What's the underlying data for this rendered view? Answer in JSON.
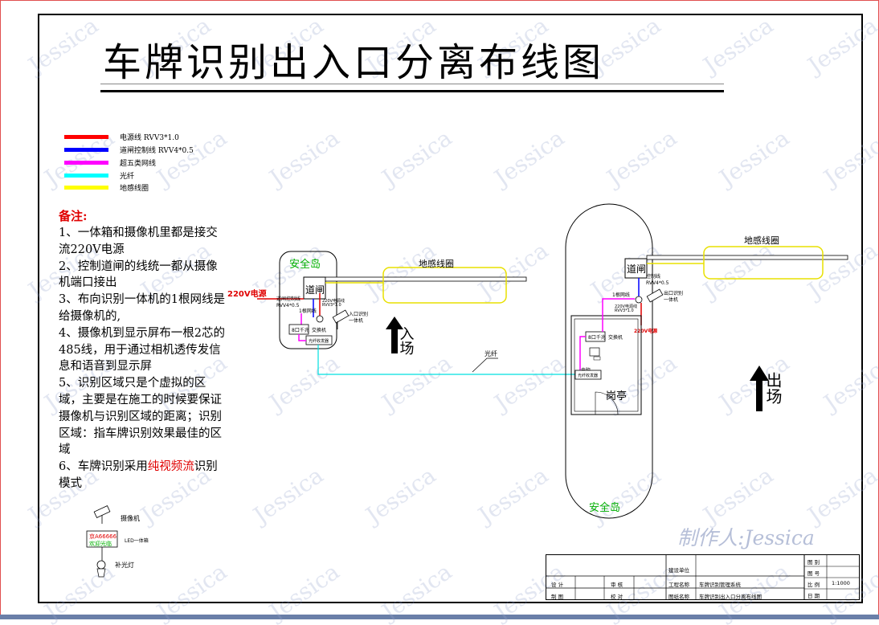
{
  "title": "车牌识别出入口分离布线图",
  "legend": [
    {
      "label": "电源线  RVV3*1.0",
      "color": "#ff0000"
    },
    {
      "label": "道闸控制线  RVV4*0.5",
      "color": "#0000ff"
    },
    {
      "label": "超五类网线",
      "color": "#ff00ff"
    },
    {
      "label": "光纤",
      "color": "#00ffff"
    },
    {
      "label": "地感线圈",
      "color": "#ffff00"
    }
  ],
  "notes": {
    "heading": "备注:",
    "line1": "1、一体箱和摄像机里都是接交流220V电源",
    "line2": "2、控制道闸的线统一都从摄像机端口接出",
    "line3": "3、布向识别一体机的1根网线是给摄像机的,",
    "line4": "4、摄像机到显示屏布一根2芯的485线，用于通过相机透传发信息和语音到显示屏",
    "line5": "5、识别区域只是个虚拟的区域，主要是在施工的时候要保证摄像机与识别区域的距离；识别区域：指车牌识别效果最佳的区域",
    "line6_before": "6、车牌识别采用",
    "line6_highlight": "纯视频流",
    "line6_after": "识别模式"
  },
  "entry": {
    "island_label": "安全岛",
    "barrier_label": "道闸",
    "loop_label": "地感线圈",
    "power_label": "220V电源",
    "control_line_label": "道闸控制线",
    "control_line_spec": "RVV4*0.5",
    "net_label": "1根网线",
    "cable_label": "220V电源线",
    "cable_spec": "RVV3*1.0",
    "camera_label": "入口识别",
    "camera_label2": "一体机",
    "switch_label": "8口千兆",
    "switch_label2": "交换机",
    "transceiver_label": "光纤收发器",
    "direction": "入场",
    "fiber_label": "光纤"
  },
  "exit": {
    "island_label": "安全岛",
    "barrier_label": "道闸",
    "loop_label": "地感线圈",
    "control_line_label": "控制线",
    "control_line_spec": "RVV4*0.5",
    "net_label": "1根网线",
    "cable_label": "220V电源线",
    "cable_spec": "RVV3*1.0",
    "camera_label": "出口识别",
    "camera_label2": "一体机",
    "power_label": "220V电源",
    "switch_label": "8口千兆",
    "switch_label2": "交换机",
    "pc_label": "电脑",
    "transceiver_label": "光纤收发器",
    "booth_label": "岗亭",
    "direction": "出场"
  },
  "device_legend": {
    "camera_label": "摄像机",
    "led_line1": "京A66666",
    "led_line2": "欢迎光临",
    "led_label": "LED一体箱",
    "light_label": "补光灯"
  },
  "maker": "制作人:Jessica",
  "watermark": "Jessica",
  "title_block": {
    "construction_unit": "建设单位",
    "project_name_label": "工程名称",
    "project_name_value": "车牌识别管理系统",
    "drawing_name_label": "图纸名称",
    "drawing_name_value": "车牌识别出入口分离布线图",
    "design": "设  计",
    "drafting": "制  图",
    "review": "审  核",
    "check": "校  对",
    "drawing_category": "图  别",
    "drawing_number": "图  号",
    "scale_label": "比  例",
    "scale_value": "1:1000",
    "date_label": "日  期"
  }
}
